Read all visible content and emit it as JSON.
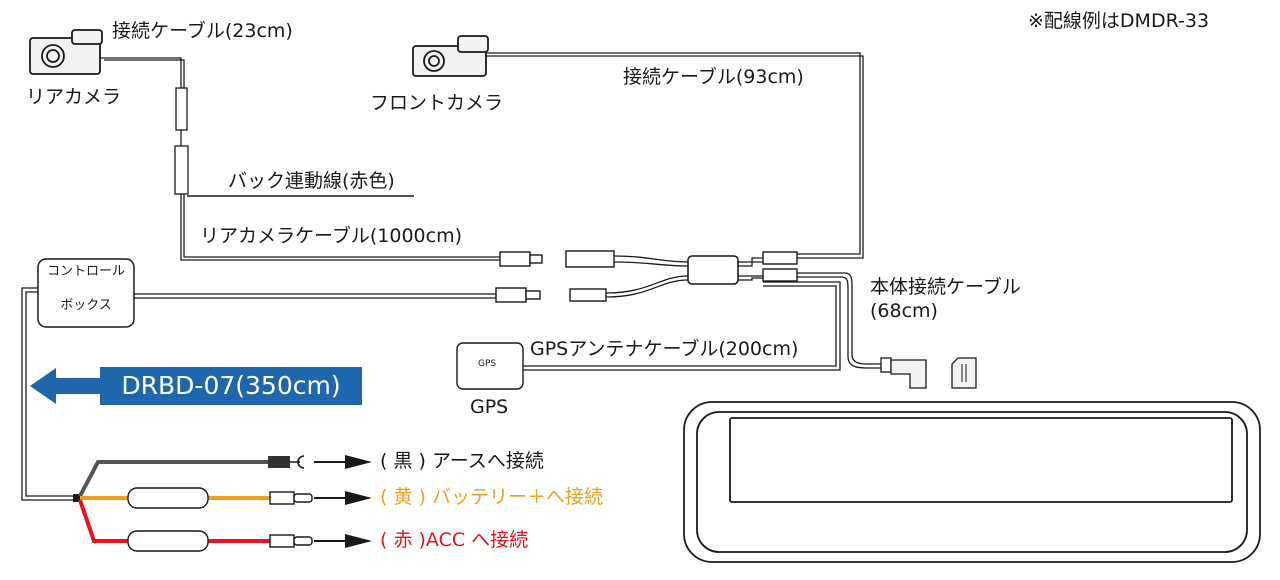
{
  "note": "※配線例はDMDR-33",
  "rear_camera": {
    "name": "リアカメラ",
    "cable": "接続ケーブル(23cm)"
  },
  "front_camera": {
    "name": "フロントカメラ",
    "cable": "接続ケーブル(93cm)"
  },
  "reverse_wire": "バック連動線(赤色)",
  "rear_camera_cable": "リアカメラケーブル(1000cm)",
  "control_box": {
    "line1": "コントロール",
    "line2": "ボックス"
  },
  "main_cable": {
    "line1": "本体接続ケーブル",
    "line2": "(68cm)"
  },
  "gps": {
    "cable": "GPSアンテナケーブル(200cm)",
    "module_text": "GPS",
    "name": "GPS"
  },
  "power_cable": "DRBD-07(350cm)",
  "connections": [
    {
      "text": "( 黒 ) アースへ接続",
      "color": "#1a1a1a"
    },
    {
      "text": "( 黄 ) バッテリー＋へ接続",
      "color": "#f0a020"
    },
    {
      "text": "( 赤 )ACC へ接続",
      "color": "#e3151a"
    }
  ],
  "colors": {
    "banner": "#1f67ad",
    "yellow_wire": "#f0a020",
    "red_wire": "#e3151a",
    "black_wire": "#555555"
  }
}
